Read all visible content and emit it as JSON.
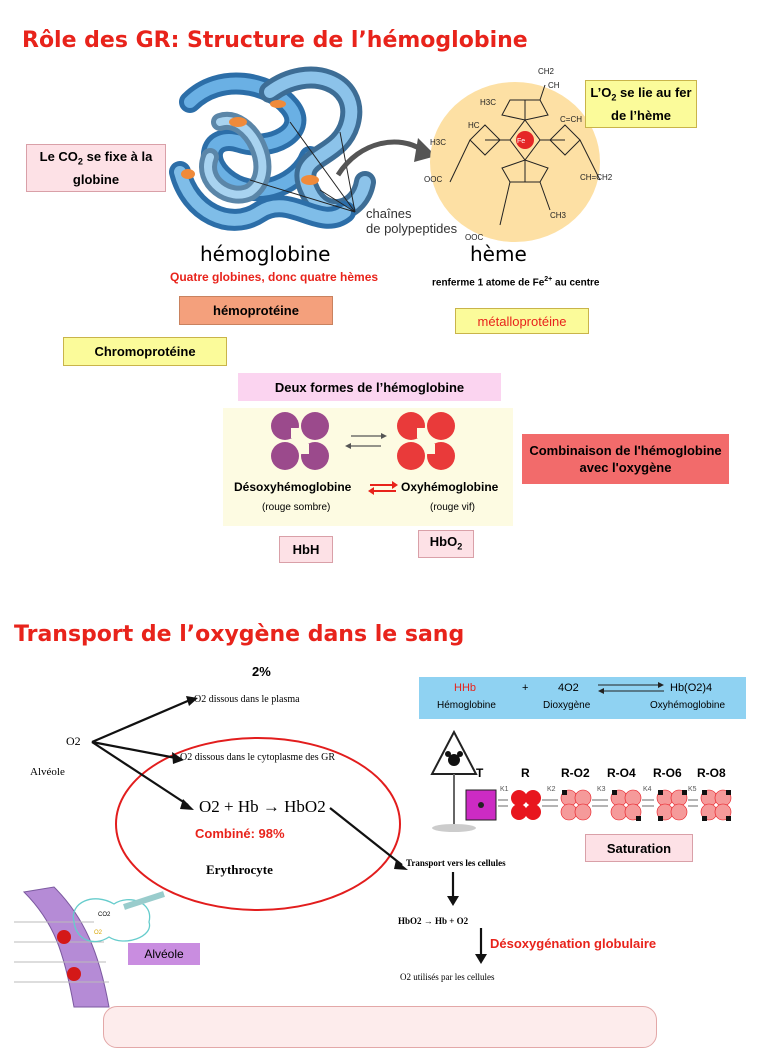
{
  "section1": {
    "title": "Rôle des GR: Structure de l’hémoglobine",
    "co2_box": {
      "pre": "Le CO",
      "sub": "2",
      "post": " se fixe à la globine"
    },
    "o2_box": {
      "pre": "L’O",
      "sub": "2",
      "post": " se lie au fer de l’hème"
    },
    "chains_label_1": "chaînes",
    "chains_label_2": "de polypeptides",
    "hemoglobin_label": "hémoglobine",
    "heme_label": "hème",
    "four_globins": "Quatre globines, donc quatre hèmes",
    "fe_note": {
      "pre": "renferme 1 atome de Fe",
      "sup": "2+",
      "post": " au centre"
    },
    "hemoprotein": "hémoprotéine",
    "metalloprotein": "métalloprotéine",
    "chromoprotein": "Chromoprotéine",
    "fe_center": "Fe",
    "heme_groups": {
      "h3c_top": "H3C",
      "ch_top": "CH",
      "ch2_top": "CH2",
      "hc_left": "HC",
      "ch_right": "C=CH",
      "h3c_left": "H3C",
      "ch2_right": "CH=CH2",
      "ooc_left": "OOC",
      "ch3_right": "CH3",
      "ooc_bottom": "OOC"
    }
  },
  "forms": {
    "title": "Deux formes de l’hémoglobine",
    "deoxy": "Désoxyhémoglobine",
    "oxy": "Oxyhémoglobine",
    "deoxy_sub": "(rouge sombre)",
    "oxy_sub": "(rouge vif)",
    "hbh": "HbH",
    "hbo2": {
      "pre": "HbO",
      "sub": "2"
    },
    "combination": "Combinaison de l'hémoglobine avec l'oxygène"
  },
  "section2": {
    "title": "Transport de l’oxygène dans le sang",
    "pct2": "2%",
    "dissolved_plasma": "O2 dissous dans le plasma",
    "o2_label": "O2",
    "alveole_text": "Alvéole",
    "dissolved_cyto": "O2 dissous dans le cytoplasme des GR",
    "reaction": "O2 + Hb → HbO2",
    "combined": "Combiné: 98%",
    "erythrocyte": "Erythrocyte",
    "transport": "Transport vers les cellules",
    "release": "HbO2 → Hb + O2",
    "deoxygenation": "Désoxygénation globulaire",
    "used": "O2 utilisés par les cellules",
    "alveole_box": "Alvéole",
    "co2_small": "CO2",
    "o2_small": "O2",
    "equation": {
      "hhb": "HHb",
      "plus": "+",
      "o2": "4O2",
      "product": "Hb(O2)4",
      "hemoglobin": "Hémoglobine",
      "dioxygen": "Dioxygène",
      "oxyhemoglobin": "Oxyhémoglobine"
    },
    "states": [
      "T",
      "R",
      "R-O2",
      "R-O4",
      "R-O6",
      "R-O8"
    ],
    "k_labels": [
      "K1",
      "K2",
      "K3",
      "K4",
      "K5"
    ],
    "saturation": "Saturation"
  },
  "colors": {
    "title_red": "#e8231b",
    "deoxy_purple": "#9b4a8c",
    "oxy_red": "#e93a3a"
  }
}
